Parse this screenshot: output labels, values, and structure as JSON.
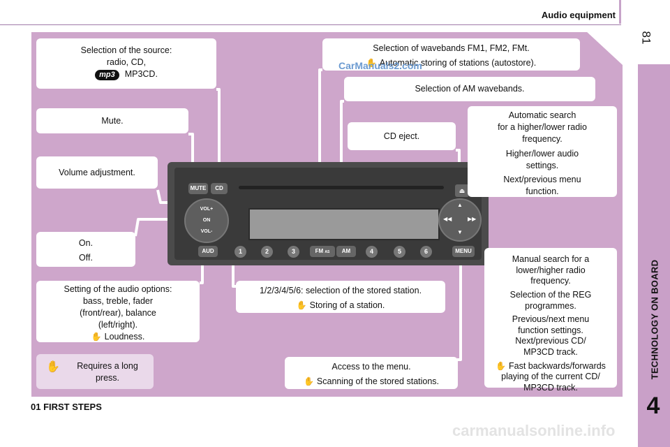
{
  "header": {
    "title": "Audio equipment",
    "page_number": "81"
  },
  "side_tab": {
    "label": "TECHNOLOGY ON BOARD",
    "chapter": "4"
  },
  "footer": {
    "title": "01 FIRST STEPS"
  },
  "watermarks": {
    "top": "CarManuals2.com",
    "bottom": "carmanualsonline.info"
  },
  "callouts": {
    "source": {
      "line1": "Selection of the source:",
      "line2": "radio, CD,",
      "mp3_badge": "mp3",
      "line3": "MP3CD."
    },
    "mute": {
      "text": "Mute."
    },
    "volume": {
      "text": "Volume adjustment."
    },
    "on_off": {
      "line1": "On.",
      "line2": "Off."
    },
    "audio_options": {
      "line1": "Setting of the audio options:",
      "line2": "bass, treble, fader",
      "line3": "(front/rear), balance",
      "line4": "(left/right).",
      "line5": "Loudness."
    },
    "long_press": {
      "line1": "Requires a long",
      "line2": "press."
    },
    "presets": {
      "line1": "1/2/3/4/5/6: selection of the stored station.",
      "line2": "Storing of a station."
    },
    "menu": {
      "line1": "Access to the menu.",
      "line2": "Scanning of the stored stations."
    },
    "fm": {
      "line1": "Selection of wavebands FM1, FM2, FMt.",
      "line2": "Automatic storing of stations (autostore)."
    },
    "am": {
      "text": "Selection of AM wavebands."
    },
    "eject": {
      "text": "CD eject."
    },
    "auto_search": {
      "p1a": "Automatic search",
      "p1b": "for a higher/lower radio",
      "p1c": "frequency.",
      "p2a": "Higher/lower audio",
      "p2b": "settings.",
      "p3a": "Next/previous menu",
      "p3b": "function."
    },
    "manual_search": {
      "p1a": "Manual search for a",
      "p1b": "lower/higher radio",
      "p1c": "frequency.",
      "p2a": "Selection of the REG",
      "p2b": "programmes.",
      "p3a": "Previous/next menu",
      "p3b": "function settings.",
      "p3c": "Next/previous CD/",
      "p3d": "MP3CD track.",
      "p4a": "Fast backwards/forwards",
      "p4b": "playing of the current CD/",
      "p4c": "MP3CD track."
    }
  },
  "radio": {
    "mute": "MUTE",
    "cd": "CD",
    "vol_up": "VOL+",
    "on": "ON",
    "vol_down": "VOL-",
    "aud": "AUD",
    "fm": "FM",
    "fm_sub": "AS",
    "am": "AM",
    "menu": "MENU",
    "presets": [
      "1",
      "2",
      "3",
      "4",
      "5",
      "6"
    ],
    "eject_symbol": "⏏"
  }
}
